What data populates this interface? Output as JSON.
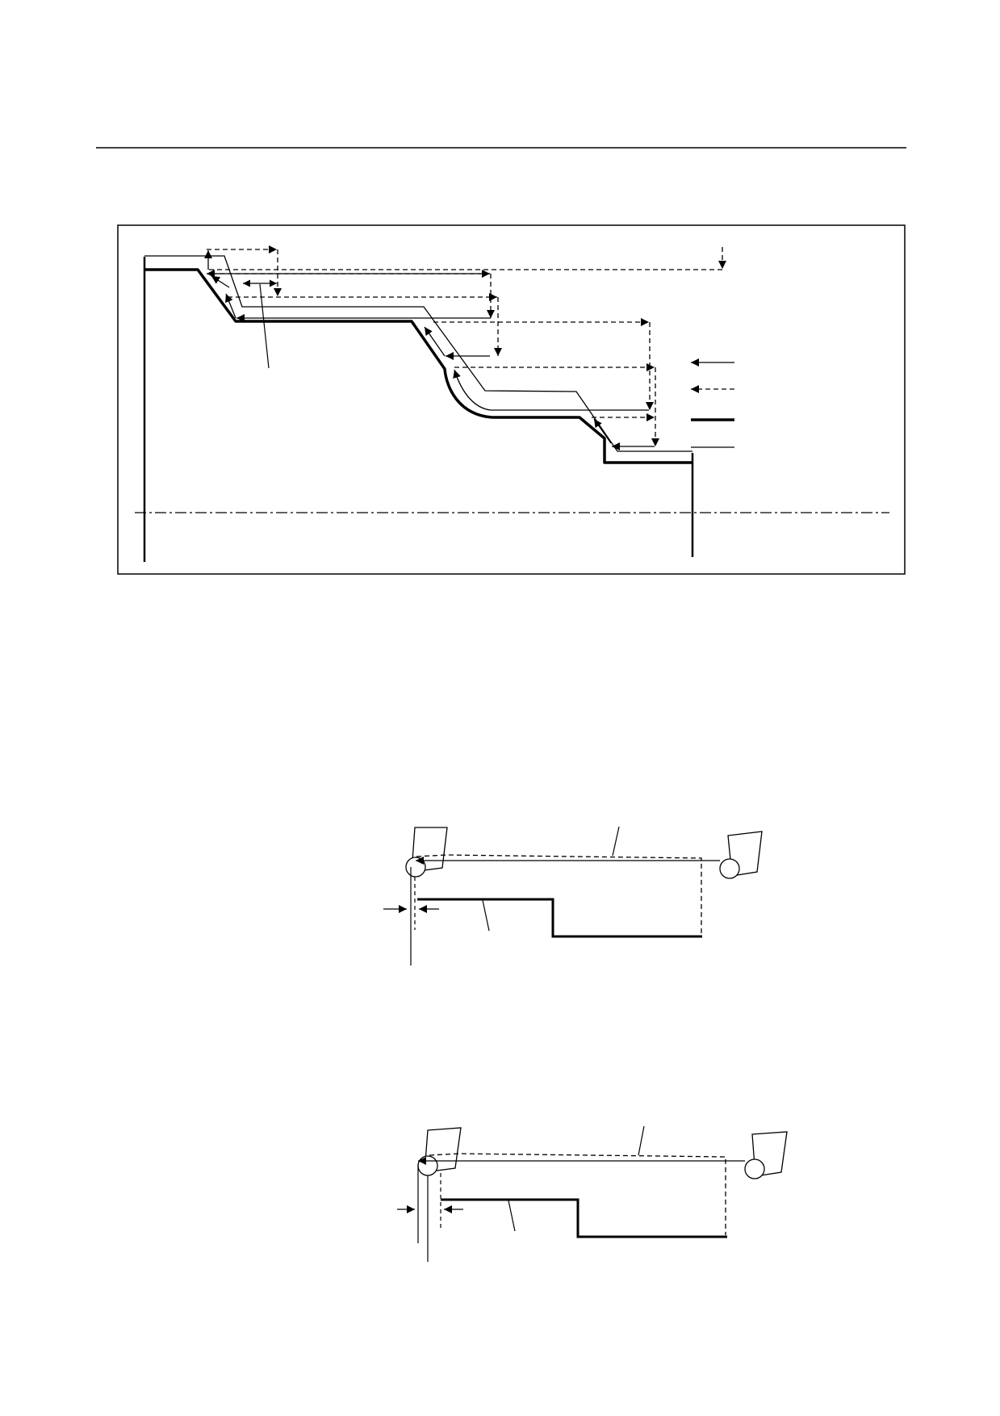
{
  "page": {
    "background": "#ffffff",
    "line_color": "#000000"
  },
  "figures": [
    {
      "id": "roughing-cycle-path",
      "legend": [
        {
          "style": "solid-arrow",
          "label": ""
        },
        {
          "style": "dashed-arrow",
          "label": ""
        },
        {
          "style": "thick-line",
          "label": ""
        },
        {
          "style": "thin-line",
          "label": ""
        }
      ]
    },
    {
      "id": "tool-path-detail-1"
    },
    {
      "id": "tool-path-detail-2"
    }
  ]
}
